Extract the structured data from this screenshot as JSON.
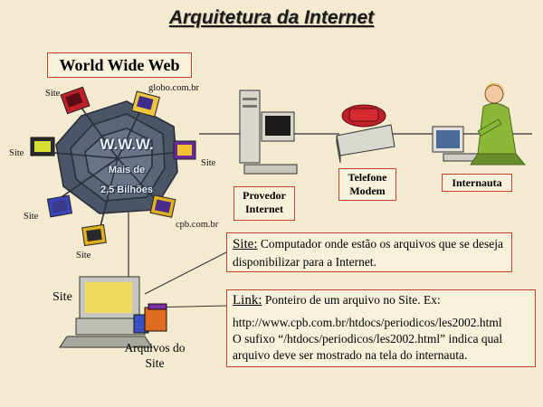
{
  "title": "Arquitetura da Internet",
  "web": {
    "heading": "World Wide Web",
    "center_title": "W.W.W.",
    "center_line1": "Mais de",
    "center_line2": "2,5 Bilhões",
    "labels": {
      "site_top": "Site",
      "globo": "globo.com.br",
      "site_left": "Site",
      "site_right": "Site",
      "site_bottom_left": "Site",
      "cpb": "cpb.com.br",
      "site_bottom": "Site"
    }
  },
  "nodes": {
    "provedor": "Provedor Internet",
    "modem": "Telefone Modem",
    "internauta": "Internauta",
    "site": "Site",
    "arquivos": "Arquivos do Site"
  },
  "site_def": {
    "term": "Site:",
    "text": "Computador onde estão os arquivos que se deseja disponibilizar para a Internet."
  },
  "link_def": {
    "term": "Link:",
    "text": "Ponteiro de um arquivo no Site. Ex:",
    "url": "http://www.cpb.com.br/htdocs/periodicos/les2002.html",
    "note": "O sufixo “/htdocs/periodicos/les2002.html” indica qual arquivo deve ser mostrado na tela do internauta."
  },
  "colors": {
    "accent_border": "#c1432b",
    "background": "#f3ead0"
  }
}
